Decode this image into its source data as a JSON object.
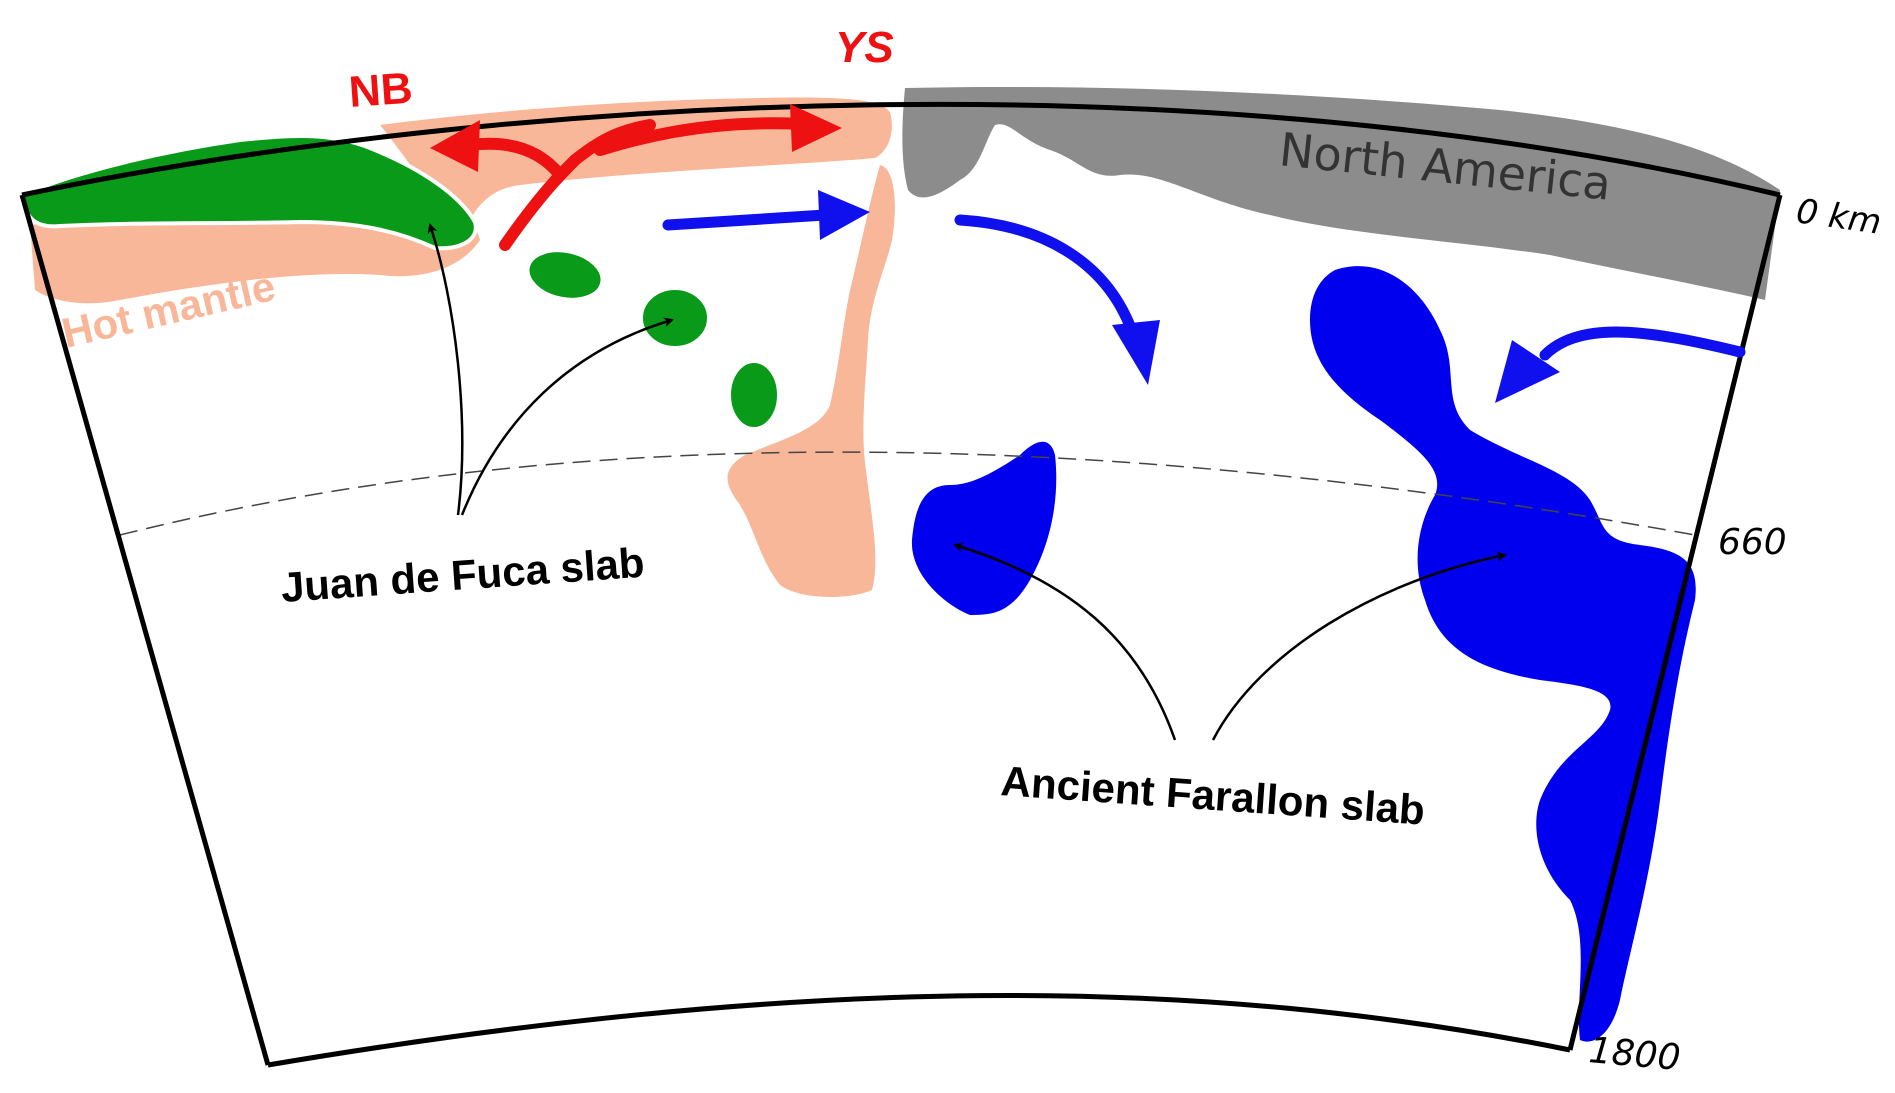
{
  "labels": {
    "nb": "NB",
    "ys": "YS",
    "north_america": "North America",
    "hot_mantle": "Hot mantle",
    "juan_de_fuca": "Juan de Fuca slab",
    "ancient_farallon": "Ancient Farallon slab"
  },
  "depth_labels": {
    "surface": "0 km",
    "transition": "660",
    "bottom": "1800"
  },
  "colors": {
    "hot_mantle": "#f9b79a",
    "juan_de_fuca_slab": "#0a9a1a",
    "farallon_slab": "#0000ee",
    "north_america": "#8c8c8c",
    "hot_flow_arrows": "#ee1111",
    "cold_flow_arrows": "#1010ee",
    "outline": "#000000"
  }
}
